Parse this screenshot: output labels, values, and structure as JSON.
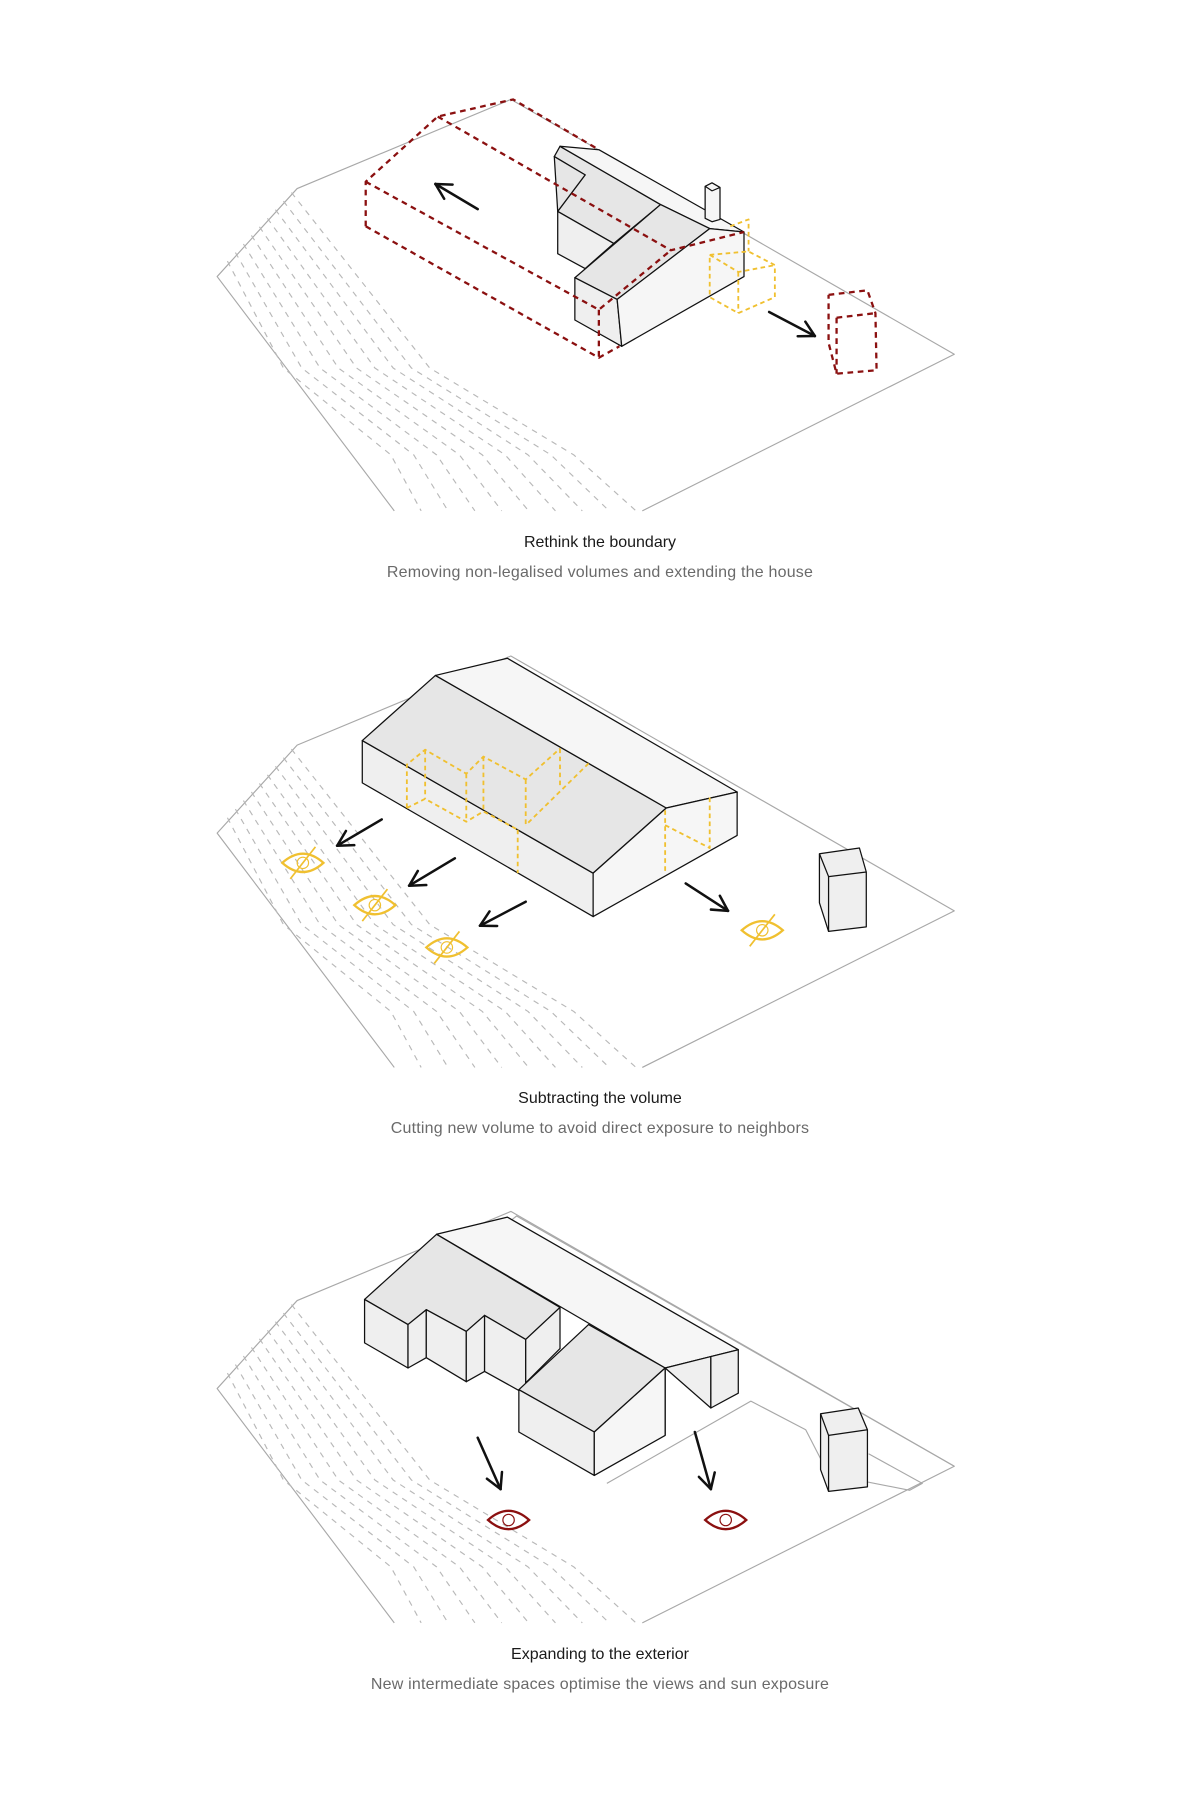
{
  "colors": {
    "removed": "#8b1010",
    "subtracted": "#f0c030",
    "view": "#8b1010",
    "site": "#a8a8a8",
    "contour": "#b8b8b8",
    "wall": "#efefef",
    "roof": "#e6e6e6",
    "roof_light": "#f6f6f6"
  },
  "panels": [
    {
      "title": "Rethink the boundary",
      "subtitle": "Removing non-legalised volumes and extending the house"
    },
    {
      "title": "Subtracting the volume",
      "subtitle": "Cutting new volume to avoid direct exposure to neighbors"
    },
    {
      "title": "Expanding to the exterior",
      "subtitle": "New intermediate spaces optimise the views and sun exposure"
    }
  ]
}
